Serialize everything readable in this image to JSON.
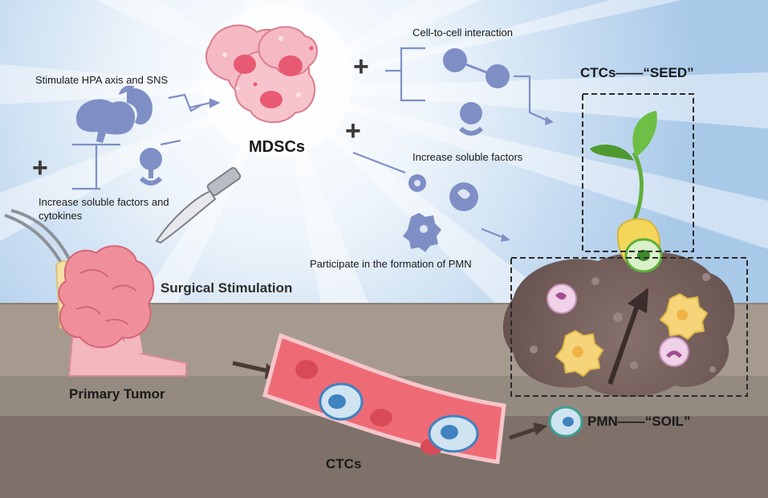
{
  "labels": {
    "stimulate": "Stimulate HPA axis and SNS",
    "soluble_cytokines_line1": "Increase soluble factors and",
    "soluble_cytokines_line2": "cytokines",
    "mdscs": "MDSCs",
    "cell_interaction": "Cell-to-cell interaction",
    "soluble_factors": "Increase soluble factors",
    "participate": "Participate in the formation of PMN",
    "surgical": "Surgical Stimulation",
    "primary_tumor": "Primary Tumor",
    "ctcs": "CTCs",
    "seed": "CTCs——“SEED”",
    "soil": "PMN——“SOIL”"
  },
  "plus_symbols": [
    "+",
    "+",
    "+"
  ],
  "colors": {
    "sky": "#bcd7ee",
    "ground_top": "#a69a8f",
    "ground_mid": "#948a80",
    "ground_bottom": "#7d7169",
    "icon": "#7f8fc6",
    "mdsc_cell": "#f5b9c4",
    "mdsc_nucleus": "#e85a73",
    "tumor": "#f08f9c",
    "vessel": "#ee6b75",
    "ctc_cell": "#cfe3f1",
    "ctc_nucleus": "#3f83bf",
    "soil": "#77615d",
    "sprout": "#5fae3a"
  },
  "icons": [
    "brain-icon",
    "adrenal-gland-icon",
    "receptor-icon",
    "scalpel-icon",
    "forceps-icon",
    "neutrophil-icon",
    "macrophage-icon",
    "monocyte-icon"
  ]
}
